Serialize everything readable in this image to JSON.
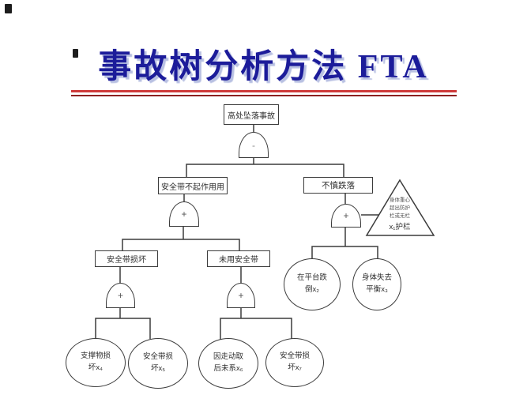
{
  "slide": {
    "title": "事故树分析方法 FTA"
  },
  "colors": {
    "title": "#1c1c9a",
    "title_shadow": "#b8c0e2",
    "rule_red": "#cf3a3a",
    "rule_dark_red": "#8d2020",
    "line": "#3c3c3c",
    "background": "#ffffff"
  },
  "tree": {
    "top_event": "高处坠落事故",
    "gates": {
      "g1": "-",
      "g2": "+",
      "g3": "+",
      "g4": "+",
      "g5": "+"
    },
    "events": {
      "belt_not_working": "安全带不起作用用",
      "careless_fall": "不慎跌落",
      "belt_damaged": "安全带损坏",
      "belt_not_used": "未用安全带"
    },
    "basic_events": {
      "x2": [
        "在平台跌",
        "倒x₂"
      ],
      "x3": [
        "身体失去",
        "平衡x₃"
      ],
      "x4": [
        "支撑物损",
        "坏x₄"
      ],
      "x5": [
        "安全带损",
        "坏x₅"
      ],
      "x6": [
        "因走动取",
        "后未系x₆"
      ],
      "x7": [
        "安全带损",
        "坏x₇"
      ]
    },
    "transfer": {
      "lines": [
        "身体重心",
        "超出防护",
        "栏或无栏"
      ],
      "label": "x₁护栏"
    }
  }
}
